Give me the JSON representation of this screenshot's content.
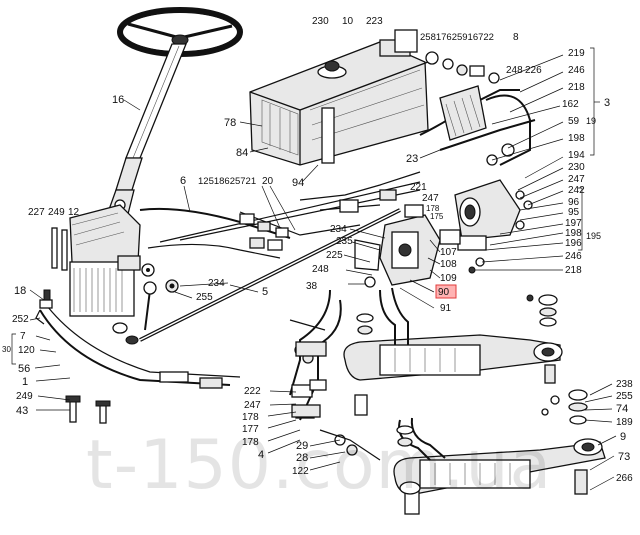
{
  "watermark": "t-150.com.ua",
  "highlighted_part": "90",
  "labels": {
    "l230a": "230",
    "l10": "10",
    "l223": "223",
    "lhdr": "25817625916722",
    "l8": "8",
    "l219": "219",
    "l246": "246",
    "l248": "248",
    "l226": "226",
    "l218": "218",
    "l3": "3",
    "l19": "19",
    "l162": "162",
    "l59": "59",
    "l198a": "198",
    "l194": "194",
    "l230b": "230",
    "l247a": "247",
    "l242": "242",
    "l96": "96",
    "l95": "95",
    "l197": "197",
    "l198b": "198",
    "l195": "195",
    "l196": "196",
    "l246b": "246",
    "l218b": "218",
    "l16": "16",
    "l78": "78",
    "l84": "84",
    "l94": "94",
    "l23": "23",
    "l6": "6",
    "lhdr2": "12518625721",
    "l20": "20",
    "l227": "227",
    "l249a": "249",
    "l12": "12",
    "l221": "221",
    "l247b": "247",
    "l178a": "178",
    "l175": "175",
    "l234a": "234",
    "l235": "235",
    "l225": "225",
    "l248b": "248",
    "l107": "107",
    "l108": "108",
    "l109": "109",
    "l90": "90",
    "l91": "91",
    "l38": "38",
    "l5": "5",
    "l234b": "234",
    "l255a": "255",
    "l18": "18",
    "l252": "252",
    "l30": "30",
    "l7": "7",
    "l120": "120",
    "l56": "56",
    "l1": "1",
    "l249b": "249",
    "l43": "43",
    "l238": "238",
    "l255b": "255",
    "l74": "74",
    "l189": "189",
    "l9": "9",
    "l73": "73",
    "l266": "266",
    "l222": "222",
    "l247c": "247",
    "l178b": "178",
    "l177": "177",
    "l178c": "178",
    "l4": "4",
    "l29": "29",
    "l28": "28",
    "l122": "122"
  }
}
